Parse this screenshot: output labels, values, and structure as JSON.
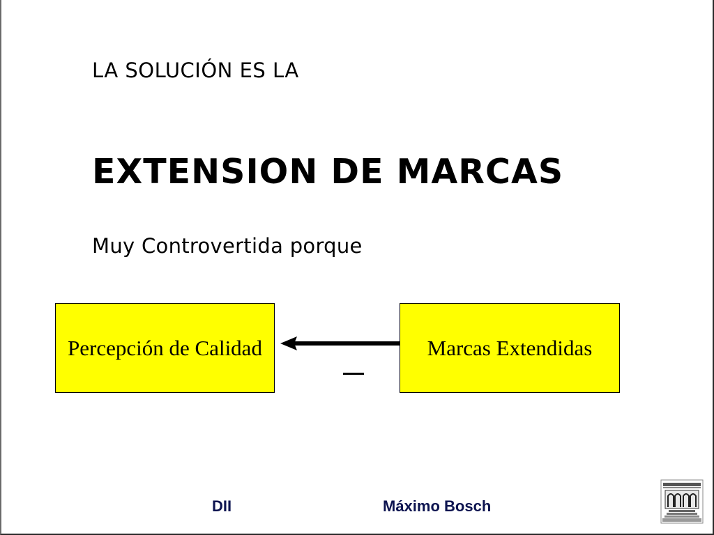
{
  "slide": {
    "intro_text": "LA SOLUCIÓN ES LA",
    "title": "EXTENSION DE MARCAS",
    "subtitle": "Muy Controvertida porque"
  },
  "diagram": {
    "left_box": {
      "label": "Percepción de Calidad"
    },
    "right_box": {
      "label": "Marcas Extendidas"
    },
    "arrow_direction": "right-to-left",
    "relation_sign": "−",
    "box_fill_color": "#ffff00",
    "box_border_color": "#000000"
  },
  "footer": {
    "left_text": "DII",
    "right_text": "Máximo Bosch",
    "text_color": "#0d1450",
    "logo_icon": "building-logo-icon"
  }
}
